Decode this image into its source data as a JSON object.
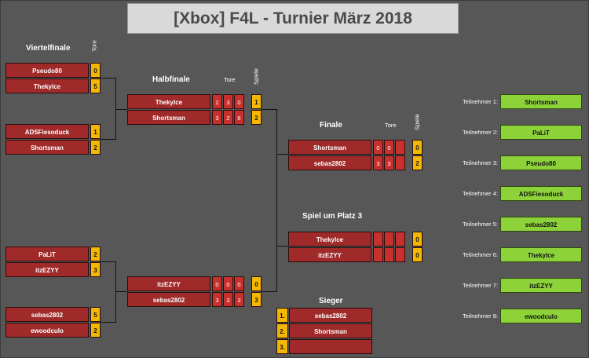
{
  "title": "[Xbox] F4L - Turnier März 2018",
  "headers": {
    "viertelfinale": "Viertelfinale",
    "halbfinale": "Halbfinale",
    "finale": "Finale",
    "platz3": "Spiel um Platz 3",
    "sieger": "Sieger",
    "tore": "Tore",
    "spiele": "Spiele"
  },
  "quarterfinals": [
    {
      "top": {
        "name": "Pseudo80",
        "score": "0"
      },
      "bottom": {
        "name": "Thekylce",
        "score": "5"
      }
    },
    {
      "top": {
        "name": "ADSFiesoduck",
        "score": "1"
      },
      "bottom": {
        "name": "Shortsman",
        "score": "2"
      }
    },
    {
      "top": {
        "name": "PaLiT",
        "score": "2"
      },
      "bottom": {
        "name": "itzEZYY",
        "score": "3"
      }
    },
    {
      "top": {
        "name": "sebas2802",
        "score": "5"
      },
      "bottom": {
        "name": "ewoodculo",
        "score": "2"
      }
    }
  ],
  "semifinals": [
    {
      "top": {
        "name": "Thekylce",
        "goals": [
          "2",
          "3",
          "0"
        ],
        "games": "1"
      },
      "bottom": {
        "name": "Shortsman",
        "goals": [
          "3",
          "2",
          "6"
        ],
        "games": "2"
      }
    },
    {
      "top": {
        "name": "itzEZYY",
        "goals": [
          "0",
          "0",
          "0"
        ],
        "games": "0"
      },
      "bottom": {
        "name": "sebas2802",
        "goals": [
          "3",
          "3",
          "3"
        ],
        "games": "3"
      }
    }
  ],
  "final": {
    "top": {
      "name": "Shortsman",
      "goals": [
        "0",
        "0",
        ""
      ],
      "games": "0"
    },
    "bottom": {
      "name": "sebas2802",
      "goals": [
        "3",
        "3",
        ""
      ],
      "games": "2"
    }
  },
  "third_place": {
    "top": {
      "name": "Thekylce",
      "goals": [
        "",
        "",
        ""
      ],
      "games": "0"
    },
    "bottom": {
      "name": "itzEZYY",
      "goals": [
        "",
        "",
        ""
      ],
      "games": "0"
    }
  },
  "winners": [
    {
      "rank": "1.",
      "name": "sebas2802"
    },
    {
      "rank": "2.",
      "name": "Shortsman"
    },
    {
      "rank": "3.",
      "name": ""
    }
  ],
  "participants": [
    {
      "label": "Teilnehmer 1:",
      "name": "Shortsman"
    },
    {
      "label": "Teilnehmer 2:",
      "name": "PaLiT"
    },
    {
      "label": "Teilnehmer 3:",
      "name": "Pseudo80"
    },
    {
      "label": "Teilnehmer 4:",
      "name": "ADSFiesoduck"
    },
    {
      "label": "Teilnehmer 5:",
      "name": "sebas2802"
    },
    {
      "label": "Teilnehmer 6:",
      "name": "Thekylce"
    },
    {
      "label": "Teilnehmer 7:",
      "name": "itzEZYY"
    },
    {
      "label": "Teilnehmer 8:",
      "name": "ewoodculo"
    }
  ]
}
